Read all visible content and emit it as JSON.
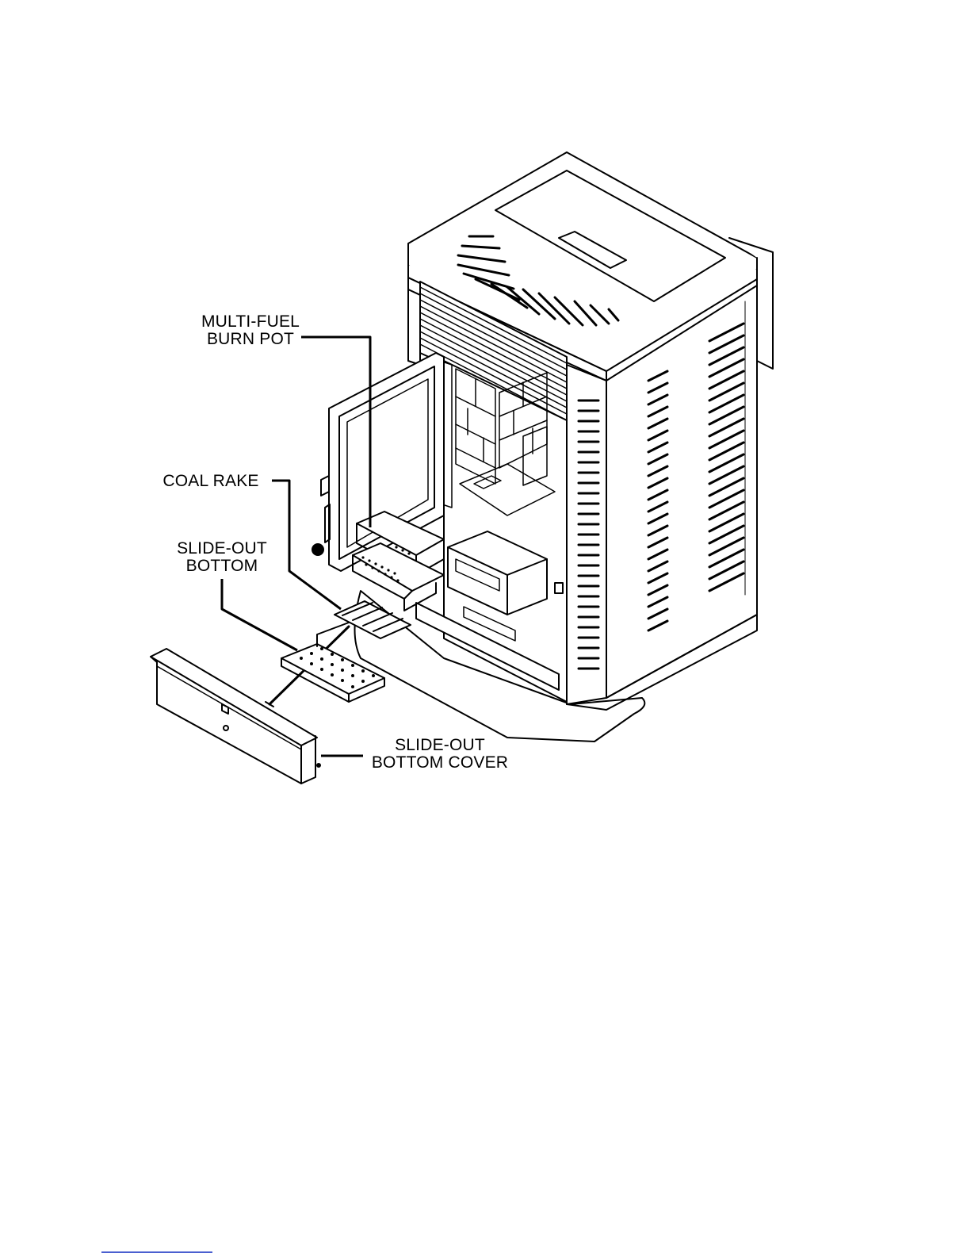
{
  "labels": {
    "burn_pot": [
      "MULTI-FUEL",
      "BURN POT"
    ],
    "coal_rake": "COAL RAKE",
    "slide_out_bottom": [
      "SLIDE-OUT",
      "BOTTOM"
    ],
    "slide_out_bottom_cover": [
      "SLIDE-OUT",
      "BOTTOM COVER"
    ]
  },
  "colors": {
    "ink": "#000000",
    "paper": "#ffffff",
    "footer_rule": "#4a5fd0"
  }
}
